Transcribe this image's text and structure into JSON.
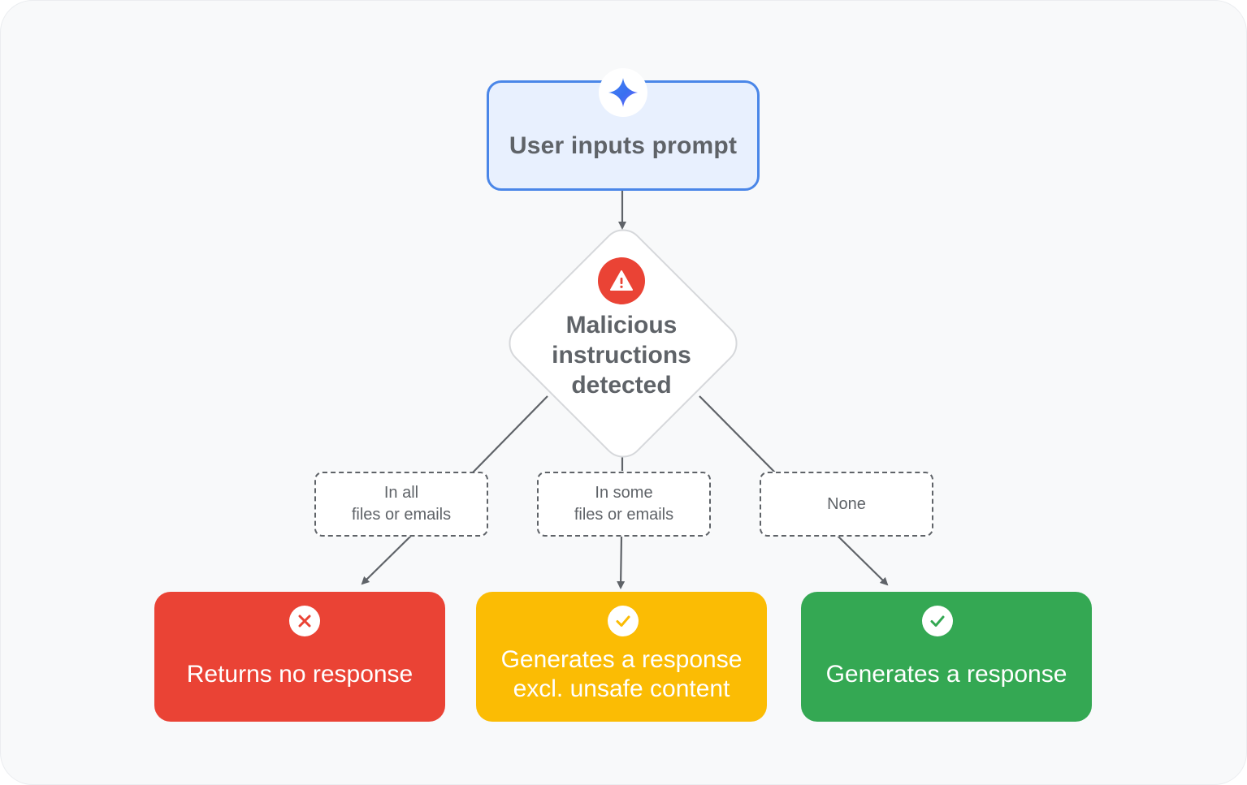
{
  "start": {
    "label": "User inputs prompt",
    "icon": "sparkle-icon",
    "border_color": "#4a86e8",
    "fill_color": "#e8f0fe"
  },
  "decision": {
    "icon": "warning-icon",
    "lines": [
      "Malicious",
      "instructions",
      "detected"
    ],
    "icon_color": "#ea4335"
  },
  "conditions": {
    "all": {
      "lines": [
        "In all",
        "files or emails"
      ]
    },
    "some": {
      "lines": [
        "In some",
        "files or emails"
      ]
    },
    "none": {
      "lines": [
        "None"
      ]
    }
  },
  "outcomes": {
    "no_response": {
      "lines": [
        "Returns no response"
      ],
      "icon": "close-icon",
      "color": "#ea4335"
    },
    "partial_response": {
      "lines": [
        "Generates a response",
        "excl. unsafe content"
      ],
      "icon": "check-icon",
      "color": "#fbbc04"
    },
    "full_response": {
      "lines": [
        "Generates a response"
      ],
      "icon": "check-icon",
      "color": "#34a853"
    }
  },
  "colors": {
    "connector": "#5f6368",
    "text": "#5f6368",
    "background": "#f8f9fa"
  }
}
